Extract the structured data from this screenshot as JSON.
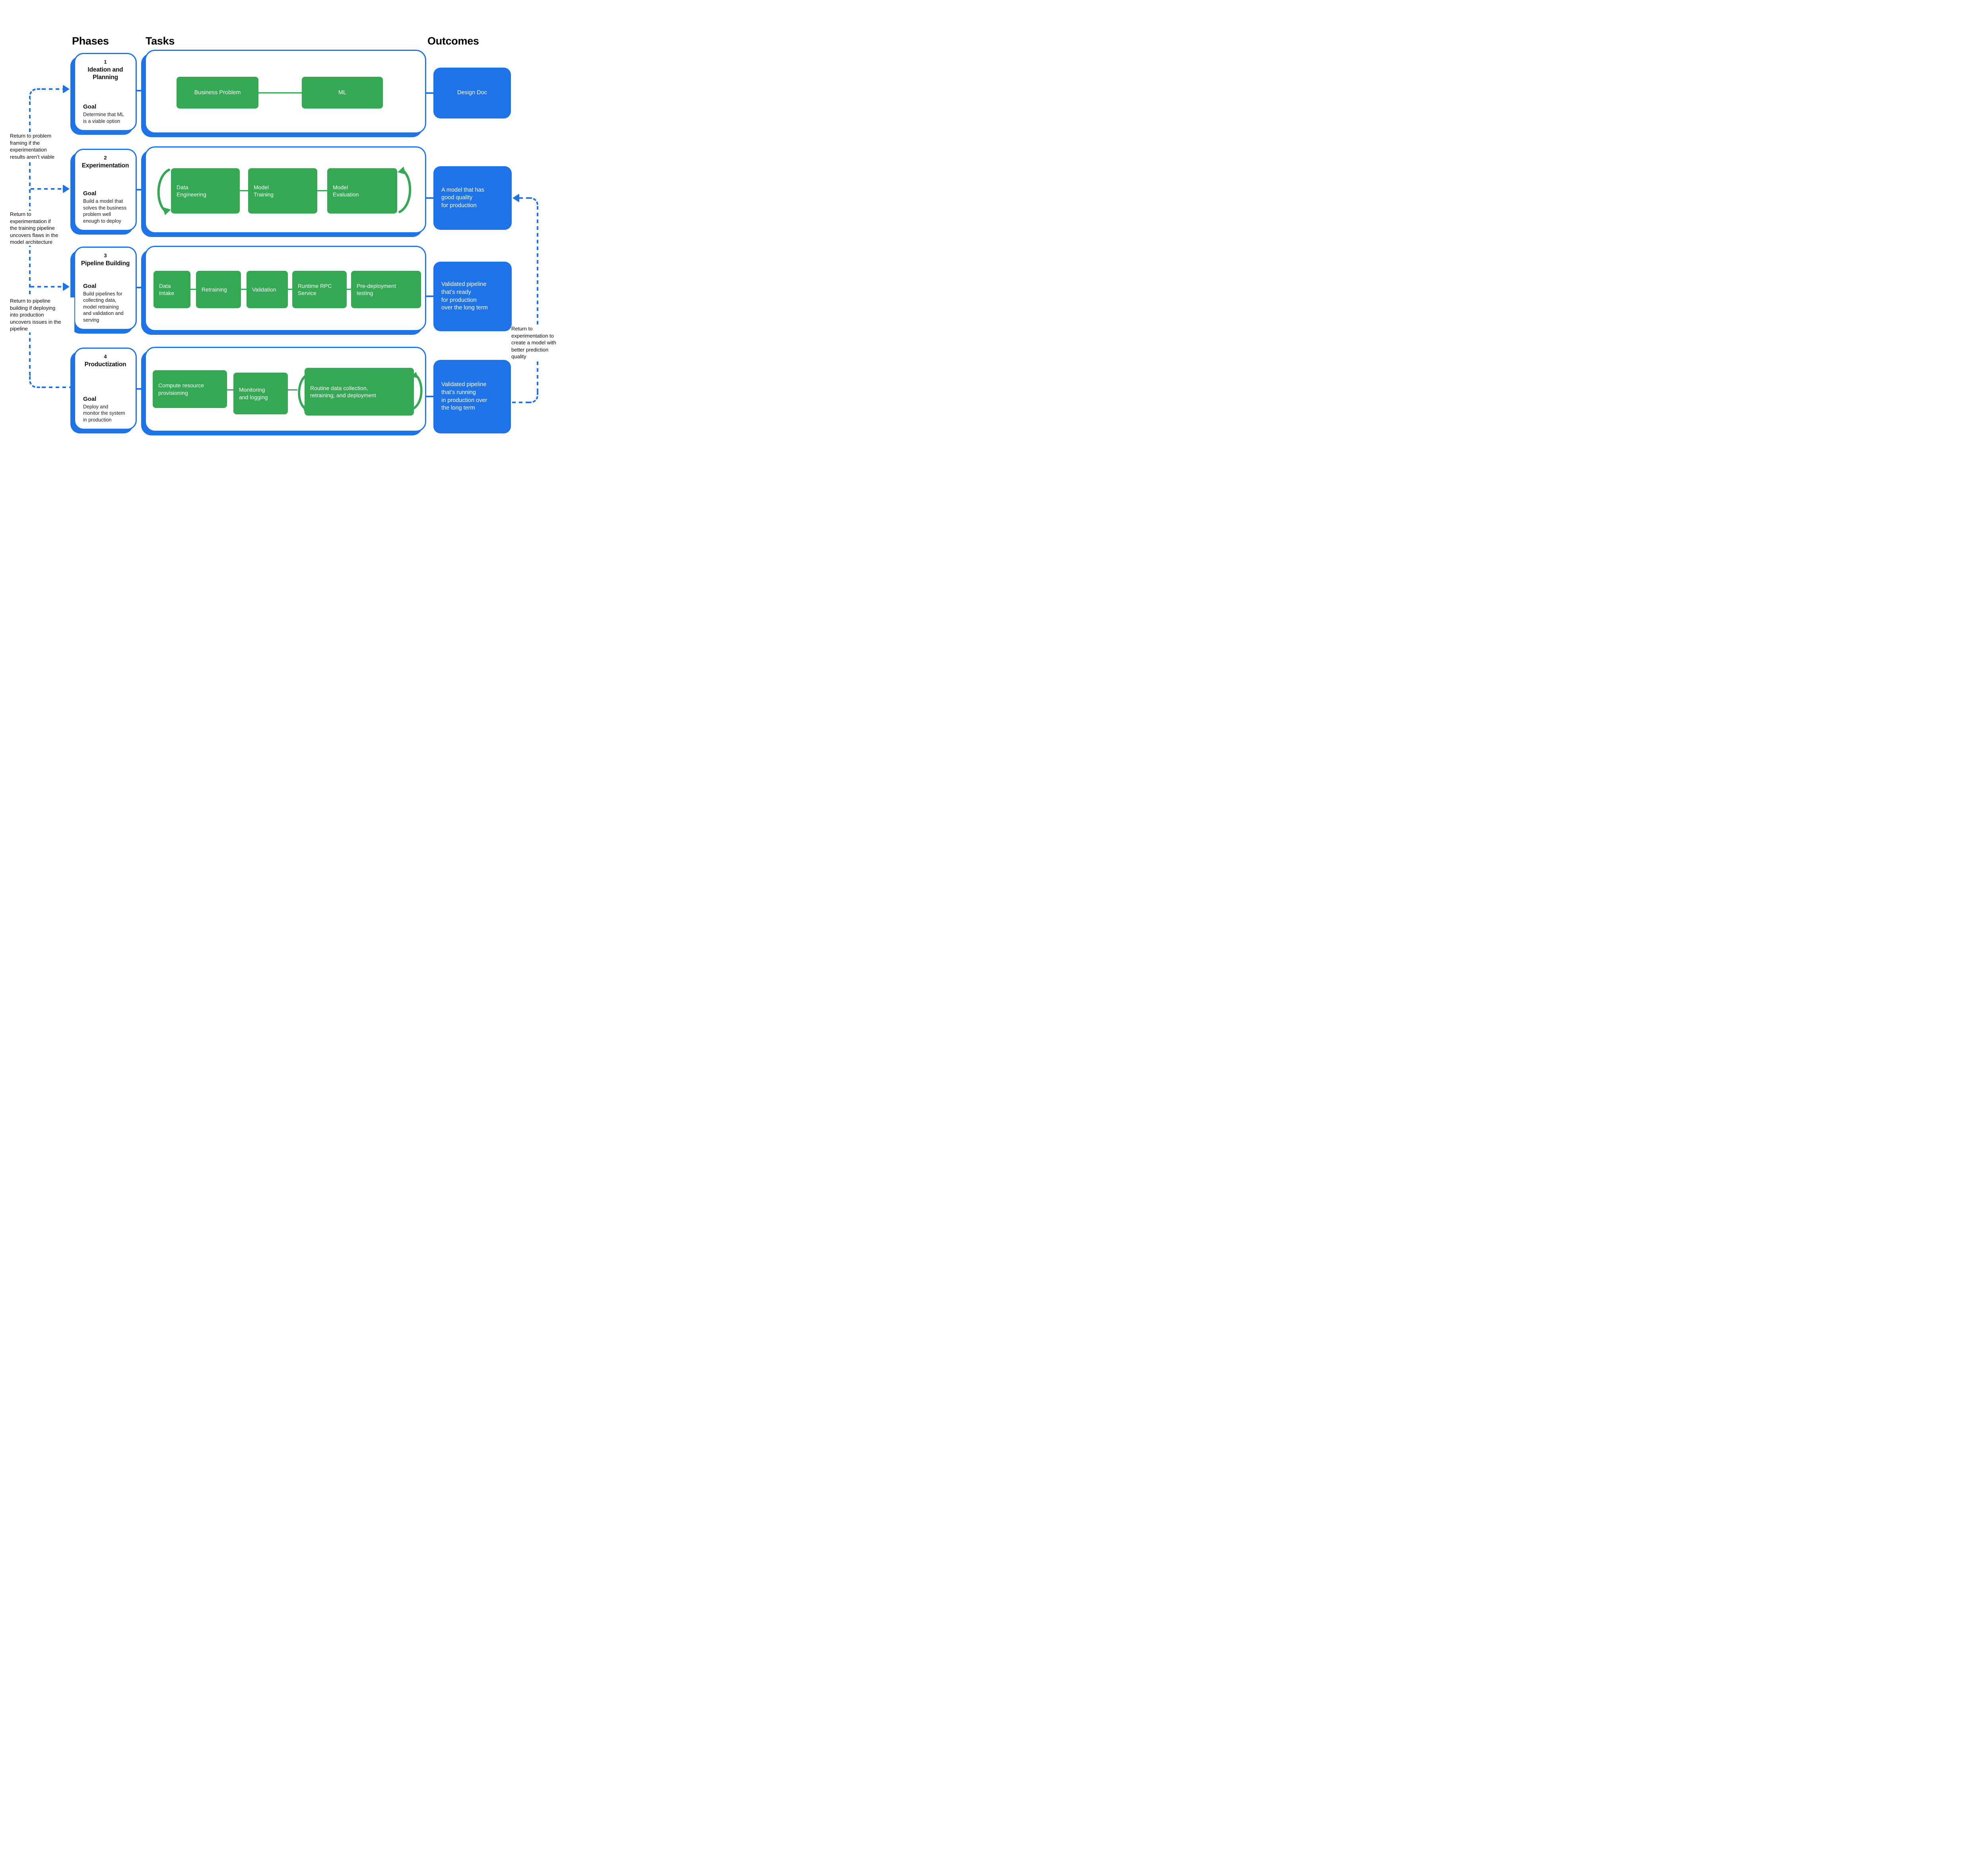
{
  "colors": {
    "accent_blue": "#1e73e8",
    "accent_green": "#34a853"
  },
  "headers": {
    "phases": "Phases",
    "tasks": "Tasks",
    "outcomes": "Outcomes"
  },
  "rows": [
    {
      "phase": {
        "number": "1",
        "title": "Ideation and\nPlanning",
        "goal_label": "Goal",
        "goal": "Determine that ML\nis a viable option"
      },
      "tasks": [
        {
          "label": "Business Problem"
        },
        {
          "label": "ML"
        }
      ],
      "outcome": {
        "label": "Design Doc"
      }
    },
    {
      "phase": {
        "number": "2",
        "title": "Experimentation",
        "goal_label": "Goal",
        "goal": "Build a model that\nsolves the business\nproblem well\nenough to deploy"
      },
      "tasks": [
        {
          "label": "Data\nEngineering"
        },
        {
          "label": "Model\nTraining"
        },
        {
          "label": "Model\nEvaluation"
        }
      ],
      "outcome": {
        "label": "A model that has\ngood quality\nfor production"
      }
    },
    {
      "phase": {
        "number": "3",
        "title": "Pipeline Building",
        "goal_label": "Goal",
        "goal": "Build pipelines for\ncollecting data,\nmodel retraining\nand validation and\nserving"
      },
      "tasks": [
        {
          "label": "Data\nIntake"
        },
        {
          "label": "Retraining"
        },
        {
          "label": "Validation"
        },
        {
          "label": "Runtime RPC\nService"
        },
        {
          "label": "Pre-deployment\ntesting"
        }
      ],
      "outcome": {
        "label": "Validated pipeline\nthat’s ready\nfor production\nover the long term"
      }
    },
    {
      "phase": {
        "number": "4",
        "title": "Productization",
        "goal_label": "Goal",
        "goal": "Deploy and\nmonitor the system\nin production"
      },
      "tasks": [
        {
          "label": "Compute resource\nprovisioning"
        },
        {
          "label": "Monitoring\nand logging"
        },
        {
          "label": "Routine data collection,\nretraining, and deployment"
        }
      ],
      "outcome": {
        "label": "Validated pipeline\nthat’s running\nin production over\nthe long term"
      }
    }
  ],
  "annotations": {
    "left": [
      {
        "text": "Return to problem\nframing if the\nexperimentation\nresults aren’t viable"
      },
      {
        "text": "Return to\nexperimentation if\nthe training pipeline\nuncovers flaws in the\nmodel architecture"
      },
      {
        "text": "Return to pipeline\nbuilding if deploying\ninto production\nuncovers issues in the\npipeline"
      }
    ],
    "right": {
      "text": "Return to\nexperimentation to\ncreate a model with\nbetter prediction\nquality"
    }
  }
}
